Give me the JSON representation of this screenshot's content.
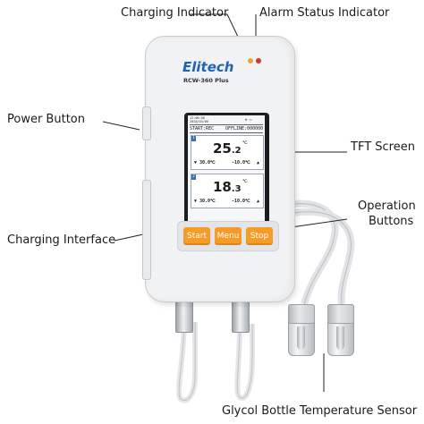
{
  "callouts": {
    "charging_indicator": "Charging Indicator",
    "alarm_status_indicator": "Alarm Status Indicator",
    "power_button": "Power Button",
    "tft_screen": "TFT Screen",
    "operation_buttons_line1": "Operation",
    "operation_buttons_line2": "Buttons",
    "charging_interface": "Charging Interface",
    "glycol_sensor": "Glycol Bottle Temperature Sensor"
  },
  "device": {
    "brand": "Elitech",
    "model": "RCW-360 Plus",
    "led_colors": {
      "charging": "#e8a53a",
      "alarm": "#d9332e"
    }
  },
  "screen": {
    "date_time": "12:00:00",
    "date": "2020/03/06",
    "start_label": "START:REC",
    "offline_label": "OFFLINE:000000",
    "probe1": {
      "index": "1",
      "temp_int": "25",
      "temp_frac": ".2",
      "unit": "℃",
      "upper_limit": "30.0℃",
      "lower_limit": "-10.0℃"
    },
    "probe2": {
      "index": "2",
      "temp_int": "18",
      "temp_frac": ".3",
      "unit": "℃",
      "upper_limit": "30.0℃",
      "lower_limit": "-10.0℃"
    }
  },
  "buttons": {
    "start": "Start",
    "menu": "Menu",
    "stop": "Stop",
    "color": "#f59c28"
  }
}
